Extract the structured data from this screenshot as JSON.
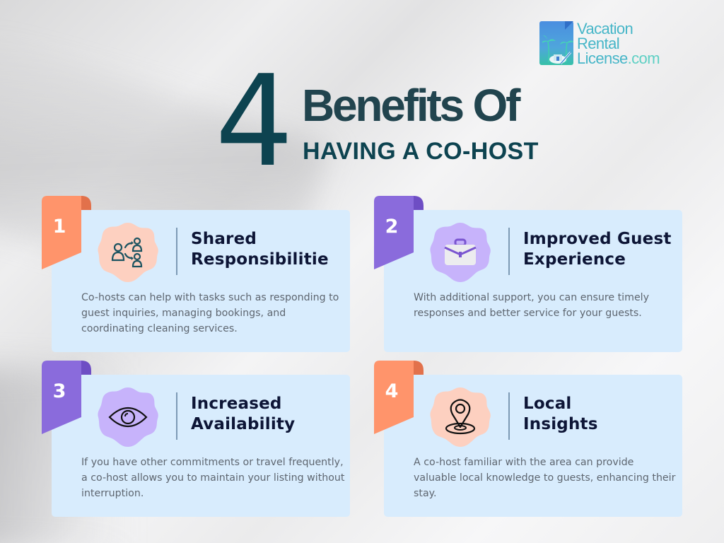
{
  "brand": {
    "logo_lines": [
      "Vacation",
      "Rental",
      "License"
    ],
    "logo_suffix": ".com",
    "logo_icon": "document-palm-house-pen-icon"
  },
  "headline": {
    "number": "4",
    "line1": "Benefits Of",
    "line2": "HAVING A CO-HOST",
    "color": "#0d4350"
  },
  "colors": {
    "card_bg": "#d8ecfd",
    "orange_badge": "#ff946b",
    "orange_fold": "#e2714b",
    "purple_badge": "#8a6bdc",
    "purple_fold": "#6e4ec4",
    "peach_blob": "#fdd0c0",
    "lavender_blob": "#c7b3fb",
    "title_text": "#0d1536",
    "body_text": "#5e6670"
  },
  "benefits": [
    {
      "number": "1",
      "title_line1": "Shared",
      "title_line2": "Responsibilitie",
      "icon": "people-share-icon",
      "badge_color": "orange",
      "description": "Co-hosts can help with tasks such as responding to guest inquiries, managing bookings, and coordinating cleaning services."
    },
    {
      "number": "2",
      "title_line1": "Improved Guest",
      "title_line2": "Experience",
      "icon": "briefcase-icon",
      "badge_color": "purple",
      "description": "With additional support, you can ensure timely responses and better service for your guests."
    },
    {
      "number": "3",
      "title_line1": "Increased",
      "title_line2": "Availability",
      "icon": "eye-icon",
      "badge_color": "purple",
      "description": "If you have other commitments or travel frequently, a co-host allows you to maintain your listing without interruption."
    },
    {
      "number": "4",
      "title_line1": "Local",
      "title_line2": "Insights",
      "icon": "map-pin-icon",
      "badge_color": "orange",
      "description": "A co-host familiar with the area can provide valuable local knowledge to guests, enhancing their stay."
    }
  ]
}
